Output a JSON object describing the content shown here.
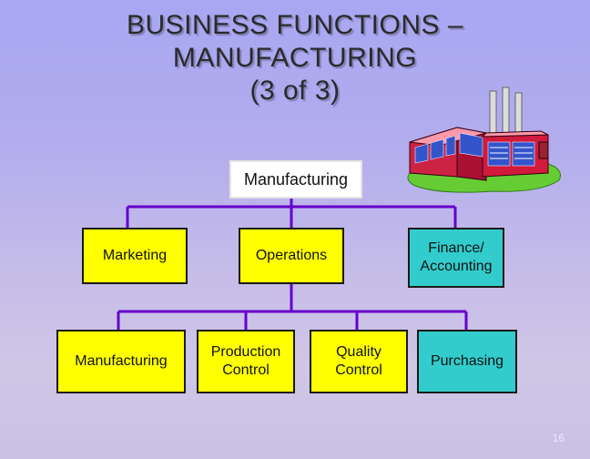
{
  "title": {
    "line1": "BUSINESS FUNCTIONS –",
    "line2": "MANUFACTURING",
    "line3": "(3 of 3)"
  },
  "org_chart": {
    "root": "Manufacturing",
    "level1": {
      "marketing": "Marketing",
      "operations": "Operations",
      "finance": "Finance/\nAccounting"
    },
    "level2": {
      "manufacturing": "Manufacturing",
      "production_control": "Production\nControl",
      "quality_control": "Quality\nControl",
      "purchasing": "Purchasing"
    }
  },
  "colors": {
    "connector": "#6600cc",
    "box_yellow": "#ffff00",
    "box_cyan": "#33cccc"
  },
  "illustration": "factory-icon",
  "page_number": "16"
}
